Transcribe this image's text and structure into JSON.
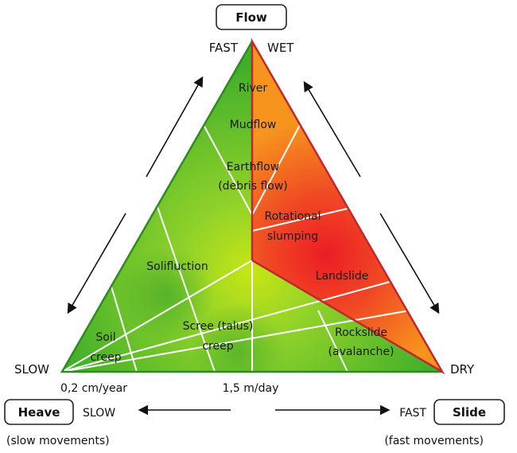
{
  "badges": {
    "flow": "Flow",
    "heave": "Heave",
    "slide": "Slide"
  },
  "corner_labels": {
    "top_left": "FAST",
    "top_right": "WET",
    "left": "SLOW",
    "right": "DRY"
  },
  "axis": {
    "tick_left": "0,2 cm/year",
    "tick_mid": "1,5 m/day",
    "slow": "SLOW",
    "fast": "FAST",
    "heave_note": "(slow movements)",
    "slide_note": "(fast movements)"
  },
  "regions": {
    "river": "River",
    "mudflow": "Mudflow",
    "earthflow_1": "Earthflow",
    "earthflow_2": "(debris flow)",
    "rotational_1": "Rotational",
    "rotational_2": "slumping",
    "solifluction": "Solifluction",
    "landslide": "Landslide",
    "soil_1": "Soil",
    "soil_2": "creep",
    "scree_1": "Scree (talus)",
    "scree_2": "creep",
    "rockslide_1": "Rockslide",
    "rockslide_2": "(avalanche)"
  },
  "colors": {
    "green_dark": "#3fae2a",
    "green_light": "#c8e614",
    "orange": "#f7941d",
    "red": "#ed1c24",
    "outline_red": "#c1272d",
    "outline_green": "#2e8b1f"
  }
}
